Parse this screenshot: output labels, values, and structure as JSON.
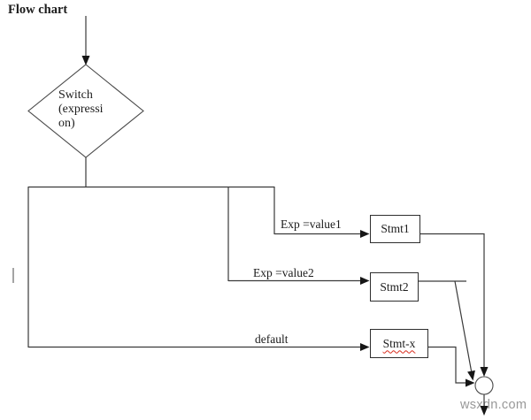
{
  "title": "Flow chart",
  "watermark": {
    "text": "wsxdn.com"
  },
  "colors": {
    "line": "#3a3a3a",
    "arrowhead": "#161616",
    "text": "#1c1c1c",
    "box_border": "#2e2e2e",
    "spellcheck_squiggle": "#d92b1c",
    "watermark": "#8d8d8d",
    "background": "#ffffff"
  },
  "decision": {
    "label": "Switch (expression)",
    "lines": [
      "Switch",
      "(expressi",
      "on)"
    ]
  },
  "branches": [
    {
      "label": "Exp =value1",
      "target": "Stmt1"
    },
    {
      "label": "Exp =value2",
      "target": "Stmt2"
    },
    {
      "label": "default",
      "target": "Stmt-x"
    }
  ]
}
